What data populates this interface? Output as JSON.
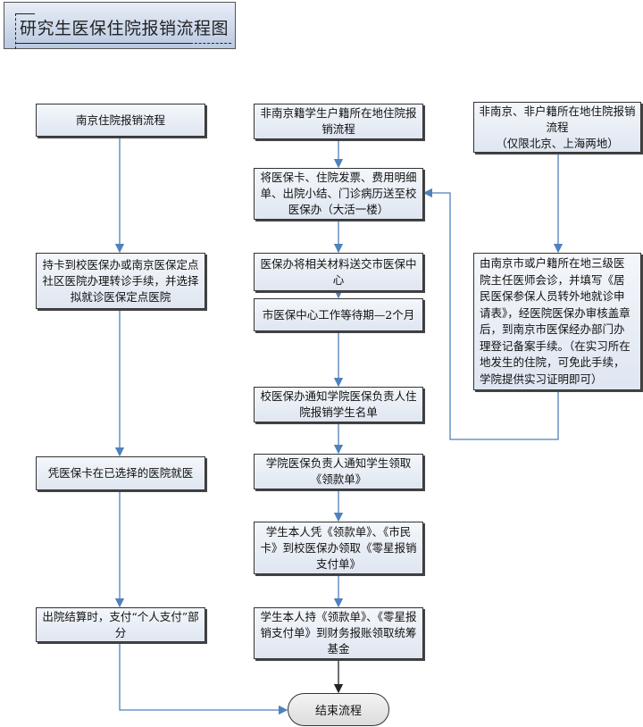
{
  "title": "研究生医保住院报销流程图",
  "colors": {
    "arrow": "#4f81bd",
    "final_arrow": "#222222",
    "box_fill": "#e6ecf5",
    "border": "#333333"
  },
  "left_column": [
    "南京住院报销流程",
    "持卡到校医保办或南京医保定点社区医院办理转诊手续，并选择拟就诊医保定点医院",
    "凭医保卡在已选择的医院就医",
    "出院结算时，支付“个人支付”部分"
  ],
  "middle_column": [
    "非南京籍学生户籍所在地住院报销流程",
    "将医保卡、住院发票、费用明细单、出院小结、门诊病历送至校医保办（大活一楼）",
    "医保办将相关材料送交市医保中心",
    "市医保中心工作等待期—2个月",
    "校医保办通知学院医保负责人住院报销学生名单",
    "学院医保负责人通知学生领取《领款单》",
    "学生本人凭《领款单》、《市民卡》到校医保办领取《零星报销支付单》",
    "学生本人持《领款单》、《零星报销支付单》到财务报账领取统筹基金"
  ],
  "right_column": {
    "header_line1": "非南京、非户籍所在地住院报销流程",
    "header_line2": "（仅限北京、上海两地）",
    "step": "由南京市或户籍所在地三级医院主任医师会诊，并填写《居民医保参保人员转外地就诊申请表》，经医院医保办审核盖章后，到南京市医保经办部门办理登记备案手续。（在实习所在地发生的住院，可免此手续，学院提供实习证明即可）"
  },
  "end": "结束流程"
}
